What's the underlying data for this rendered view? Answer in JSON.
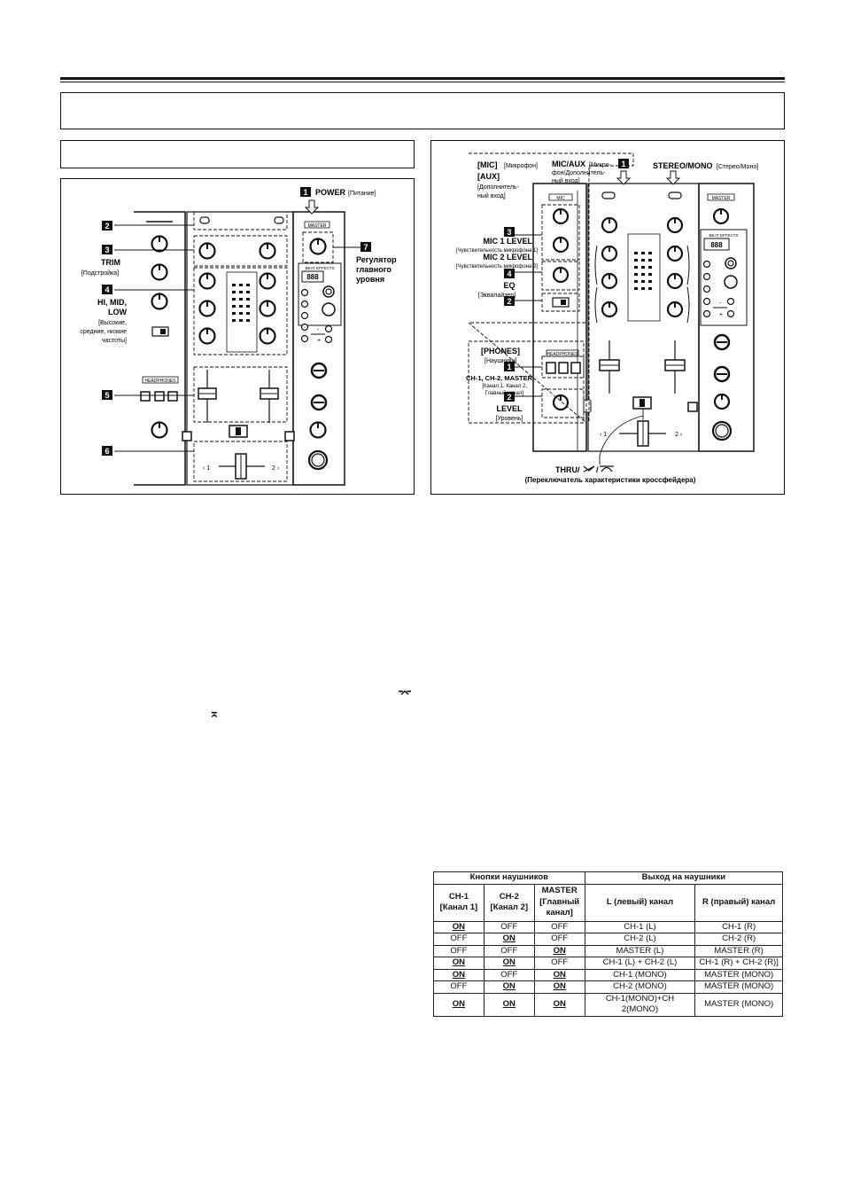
{
  "left_figure": {
    "callouts": {
      "power": {
        "num": "1",
        "label": "POWER",
        "note": "[Питание]"
      },
      "c2": {
        "num": "2"
      },
      "trim": {
        "num": "3",
        "label": "TRIM",
        "note": "[Подстройка]"
      },
      "eq": {
        "num": "4",
        "label1": "HI, MID,",
        "label2": "LOW",
        "note1": "[Высокие,",
        "note2": "средние, низкие",
        "note3": "частоты]"
      },
      "c5": {
        "num": "5"
      },
      "c6": {
        "num": "6"
      },
      "master": {
        "num": "7",
        "label1": "Регулятор",
        "label2": "главного",
        "label3": "уровня"
      }
    },
    "panel_labels": {
      "master": "MASTER",
      "beat_effects": "BEAT EFFECTS",
      "display": "888",
      "headphones": "HEADPHONES",
      "ch1": "‹ 1",
      "ch2": "2 ›",
      "minus": "-",
      "plus": "+"
    }
  },
  "right_figure": {
    "callouts": {
      "mic": {
        "label": "[MIC]",
        "note": "[Микрофон]"
      },
      "aux": {
        "label": "[AUX]",
        "note1": "[Дополнитель-",
        "note2": "ный вход]"
      },
      "mic_aux": {
        "num": "1",
        "label": "MIC/AUX",
        "note1": "[Микро-",
        "note2": "фон/Дополнитель-",
        "note3": "ный вход]"
      },
      "stereo_mono": {
        "label": "STEREO/MONO",
        "note": "[Стерео/Моно]"
      },
      "mic_level": {
        "num": "3",
        "label1": "MIC 1 LEVEL",
        "note1": "[Чувствительность микрофона 1]",
        "label2": "MIC 2 LEVEL",
        "note2": "[Чувствительность микрофона 2]"
      },
      "eq": {
        "num": "4",
        "label": "EQ",
        "note": "[Эквалайзер]"
      },
      "c2": {
        "num": "2"
      },
      "phones": {
        "label": "[PHONES]",
        "note": "[Наушники]"
      },
      "phones_buttons": {
        "num": "1",
        "label": "CH-1, CH-2, MASTER",
        "note1": "[Канал 1, Канал 2,",
        "note2": "Главный канал]"
      },
      "level": {
        "num": "2",
        "label": "LEVEL",
        "note": "[Уровень]"
      },
      "thru": {
        "label": "THRU/",
        "note": "(Переключатель характеристики кроссфейдера)"
      }
    },
    "panel_labels": {
      "mic": "MIC",
      "master": "MASTER",
      "beat_effects": "BEAT EFFECTS",
      "display": "888",
      "headphones": "HEADPHONES",
      "ch1": "‹ 1",
      "ch2": "2 ›",
      "minus": "-",
      "plus": "+"
    }
  },
  "phones_table": {
    "group_left": "Кнопки наушников",
    "group_right": "Выход на наушники",
    "col_ch1": [
      "CH-1",
      "[Канал 1]"
    ],
    "col_ch2": [
      "CH-2",
      "[Канал 2]"
    ],
    "col_master": [
      "MASTER",
      "[Главный",
      "канал]"
    ],
    "col_l": "L (левый) канал",
    "col_r": "R (правый) канал",
    "rows": [
      [
        "ON",
        "OFF",
        "OFF",
        "CH-1 (L)",
        "CH-1 (R)"
      ],
      [
        "OFF",
        "ON",
        "OFF",
        "CH-2 (L)",
        "CH-2 (R)"
      ],
      [
        "OFF",
        "OFF",
        "ON",
        "MASTER (L)",
        "MASTER (R)"
      ],
      [
        "ON",
        "ON",
        "OFF",
        "CH-1 (L) + CH-2 (L)",
        "CH-1 (R) + CH-2 (R)]"
      ],
      [
        "ON",
        "OFF",
        "ON",
        "CH-1 (MONO)",
        "MASTER (MONO)"
      ],
      [
        "OFF",
        "ON",
        "ON",
        "CH-2 (MONO)",
        "MASTER (MONO)"
      ],
      [
        "ON",
        "ON",
        "ON",
        "CH-1(MONO)+CH 2(MONO)",
        "MASTER (MONO)"
      ]
    ]
  },
  "glyphs": {
    "curve_a": "⌤",
    "curve_b": "⌅"
  }
}
